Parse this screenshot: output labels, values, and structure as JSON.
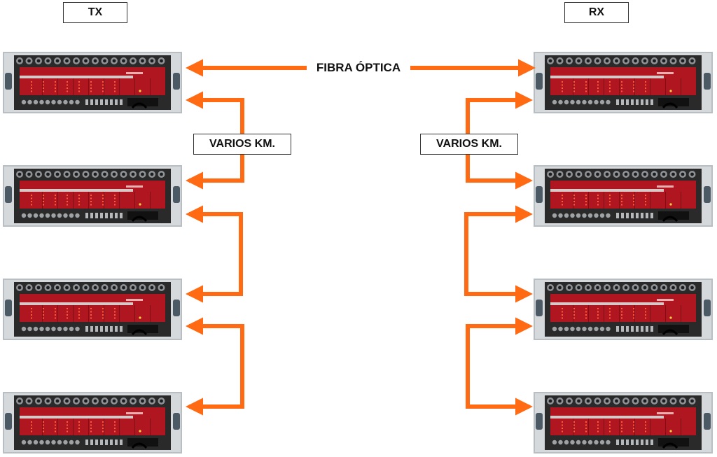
{
  "labels": {
    "tx": "TX",
    "rx": "RX",
    "fiber": "FIBRA ÓPTICA",
    "distance_left": "VARIOS KM.",
    "distance_right": "VARIOS KM."
  },
  "colors": {
    "link": "#ff6a13",
    "rack_red": "#b0161f",
    "rack_body": "#2a2a2a",
    "rack_frame": "#b9bec3"
  },
  "devices": {
    "tx_units": [
      "tx-unit-1",
      "tx-unit-2",
      "tx-unit-3",
      "tx-unit-4"
    ],
    "rx_units": [
      "rx-unit-1",
      "rx-unit-2",
      "rx-unit-3",
      "rx-unit-4"
    ]
  }
}
